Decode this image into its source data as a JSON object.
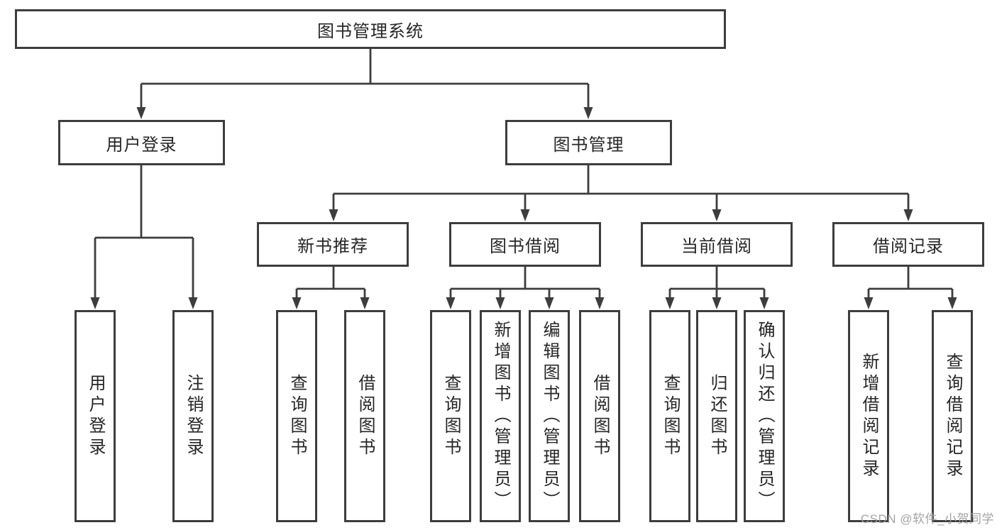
{
  "colors": {
    "line": "#3d3d3d",
    "text": "#262626",
    "watermark": "#9c9c9c",
    "background": "#ffffff"
  },
  "nodes": {
    "root": "图书管理系统",
    "level2": {
      "user_login": "用户登录",
      "book_management": "图书管理"
    },
    "level3": {
      "new_books": "新书推荐",
      "book_borrow": "图书借阅",
      "current_borrow": "当前借阅",
      "borrow_records": "借阅记录"
    },
    "leaves": {
      "user_login": [
        "用户登录",
        "注销登录"
      ],
      "new_books": [
        "查询图书",
        "借阅图书"
      ],
      "book_borrow": [
        "查询图书",
        "新增图书（管理员）",
        "编辑图书（管理员）",
        "借阅图书"
      ],
      "current_borrow": [
        "查询图书",
        "归还图书",
        "确认归还（管理员）"
      ],
      "borrow_records": [
        "新增借阅记录",
        "查询借阅记录"
      ]
    }
  },
  "watermark": "CSDN @软件_小贺同学"
}
